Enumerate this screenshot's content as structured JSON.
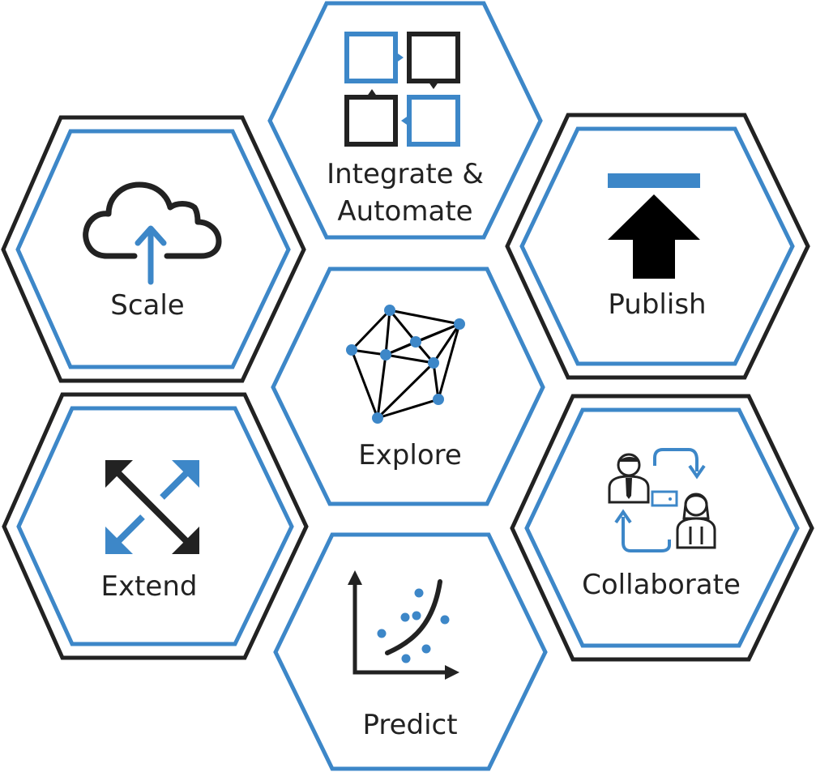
{
  "colors": {
    "accent": "#3d87c8",
    "ink": "#222222",
    "background": "#ffffff"
  },
  "hexagons": [
    {
      "id": "integrate",
      "line1": "Integrate &",
      "line2": "Automate",
      "icon": "workflow-squares-icon",
      "double_border": false
    },
    {
      "id": "scale",
      "label": "Scale",
      "icon": "cloud-upload-icon",
      "double_border": true
    },
    {
      "id": "publish",
      "label": "Publish",
      "icon": "publish-arrow-icon",
      "double_border": true
    },
    {
      "id": "explore",
      "label": "Explore",
      "icon": "network-graph-icon",
      "double_border": false
    },
    {
      "id": "extend",
      "label": "Extend",
      "icon": "expand-arrows-icon",
      "double_border": true
    },
    {
      "id": "collaborate",
      "label": "Collaborate",
      "icon": "collaboration-people-icon",
      "double_border": true
    },
    {
      "id": "predict",
      "label": "Predict",
      "icon": "scatter-trend-icon",
      "double_border": false
    }
  ]
}
